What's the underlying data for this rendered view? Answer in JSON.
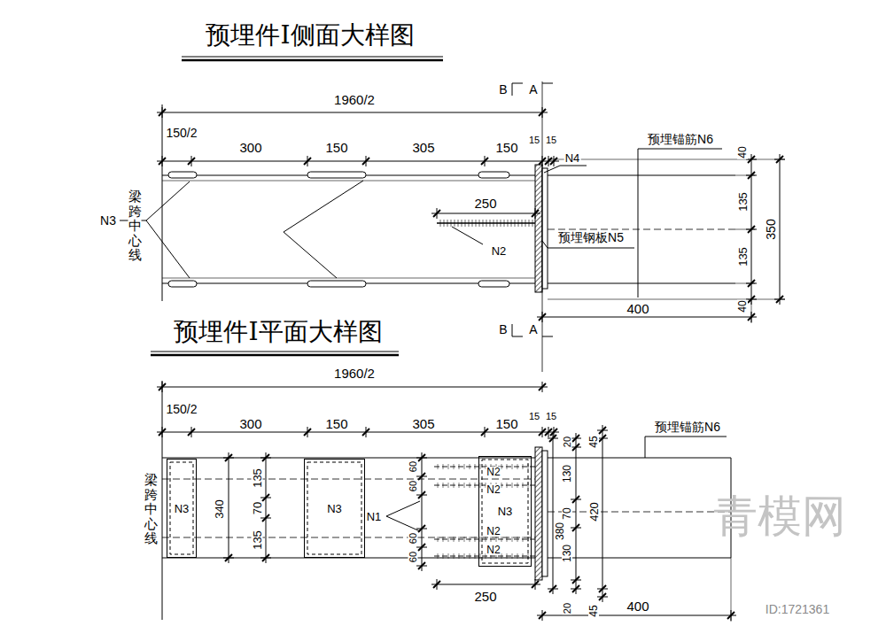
{
  "diagram": {
    "title": "预埋件Ⅰ侧面大样图",
    "nodes": [
      {
        "text": [
          "N3"
        ]
      },
      {
        "text": [
          "N3"
        ]
      },
      {
        "text": [
          "N3"
        ]
      }
    ],
    "labels": [
      "1960/2",
      "B",
      "A",
      "150/2",
      "300",
      "150",
      "305",
      "150",
      "15",
      "15",
      "N4",
      "预埋锚筋N6",
      "40",
      "135",
      "350",
      "梁跨中心线",
      "N3",
      "250",
      "N2",
      "预埋钢板N5",
      "135",
      "40",
      "400",
      "B",
      "A",
      "预埋件Ⅰ平面大样图",
      "1960/2",
      "150/2",
      "300",
      "150",
      "305",
      "150",
      "15",
      "15",
      "预埋锚筋N6",
      "20",
      "45",
      "梁跨中心线",
      "135",
      "340",
      "70",
      "135",
      "60",
      "60",
      "60",
      "60",
      "N2",
      "N2",
      "N2",
      "N2",
      "N1",
      "130",
      "70",
      "130",
      "380",
      "420",
      "20",
      "45",
      "250",
      "400",
      "青模网",
      "ID:1721361"
    ]
  }
}
